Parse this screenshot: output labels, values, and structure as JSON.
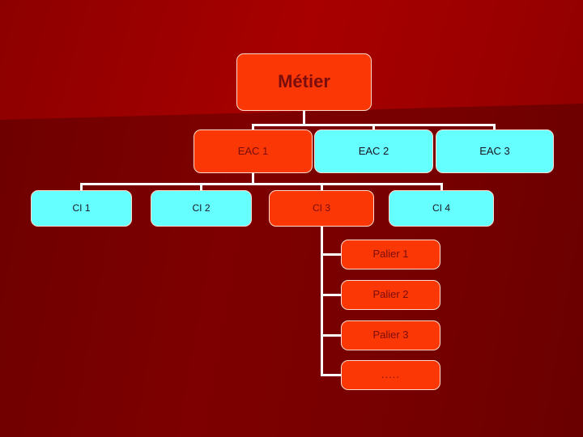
{
  "slide": {
    "background_top_color": "#a80000",
    "background_bottom_color": "#760000",
    "connector_color": "#ffffff"
  },
  "palette": {
    "orange": "#fa3705",
    "orange_text": "#7a0d0d",
    "cyan": "#66ffff",
    "cyan_text": "#17171f",
    "node_border": "#ffd9c9"
  },
  "chart_data": {
    "type": "diagram",
    "diagram_kind": "org-chart",
    "title": "Métier",
    "levels": [
      {
        "level": 1,
        "nodes": [
          "Métier"
        ]
      },
      {
        "level": 2,
        "nodes": [
          "EAC 1",
          "EAC 2",
          "EAC 3"
        ]
      },
      {
        "level": 3,
        "nodes": [
          "CI 1",
          "CI 2",
          "CI 3",
          "CI 4"
        ]
      },
      {
        "level": 4,
        "nodes": [
          "Palier 1",
          "Palier 2",
          "Palier 3",
          "....."
        ]
      }
    ],
    "edges": [
      [
        "Métier",
        "EAC 1"
      ],
      [
        "Métier",
        "EAC 2"
      ],
      [
        "Métier",
        "EAC 3"
      ],
      [
        "EAC 1",
        "CI 1"
      ],
      [
        "EAC 1",
        "CI 2"
      ],
      [
        "EAC 1",
        "CI 3"
      ],
      [
        "EAC 1",
        "CI 4"
      ],
      [
        "CI 3",
        "Palier 1"
      ],
      [
        "CI 3",
        "Palier 2"
      ],
      [
        "CI 3",
        "Palier 3"
      ],
      [
        "CI 3",
        "....."
      ]
    ],
    "highlight_color": "#fa3705",
    "normal_color": "#66ffff",
    "highlighted_nodes": [
      "Métier",
      "EAC 1",
      "CI 3",
      "Palier 1",
      "Palier 2",
      "Palier 3",
      "....."
    ]
  },
  "root": {
    "label": "Métier"
  },
  "eac_row": {
    "items": [
      {
        "label": "EAC 1",
        "style": "orange"
      },
      {
        "label": "EAC 2",
        "style": "cyan"
      },
      {
        "label": "EAC 3",
        "style": "cyan"
      }
    ]
  },
  "ci_row": {
    "items": [
      {
        "label": "CI 1",
        "style": "cyan"
      },
      {
        "label": "CI 2",
        "style": "cyan"
      },
      {
        "label": "CI 3",
        "style": "orange"
      },
      {
        "label": "CI 4",
        "style": "cyan"
      }
    ]
  },
  "palier_column": {
    "items": [
      {
        "label": "Palier 1",
        "style": "orange"
      },
      {
        "label": "Palier 2",
        "style": "orange"
      },
      {
        "label": "Palier 3",
        "style": "orange"
      },
      {
        "label": ".....",
        "style": "orange"
      }
    ]
  }
}
